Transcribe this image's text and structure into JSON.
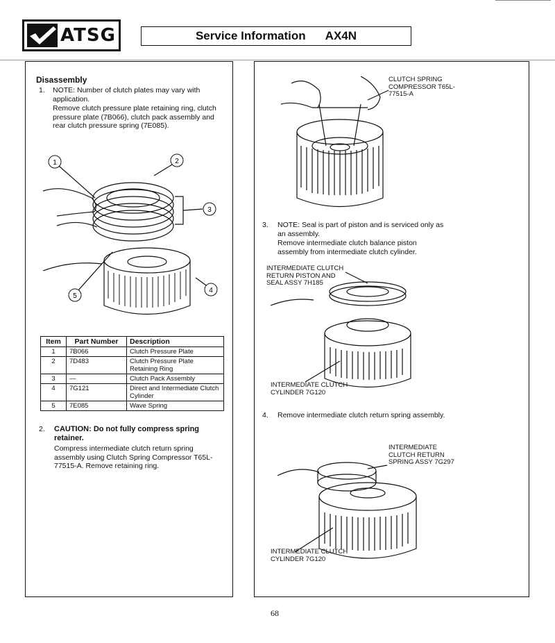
{
  "header": {
    "logo_text": "ATSG",
    "title": "Service Information",
    "model": "AX4N"
  },
  "left": {
    "section_title": "Disassembly",
    "step1": {
      "number": "1.",
      "note": "NOTE: Number of clutch plates may vary with application.",
      "instruction": "Remove clutch pressure plate retaining ring, clutch pressure plate (7B066), clutch pack assembly and rear clutch pressure spring (7E085)."
    },
    "figure1_callouts": [
      "1",
      "2",
      "3",
      "4",
      "5"
    ],
    "table": {
      "headers": {
        "item": "Item",
        "part_number": "Part Number",
        "description": "Description"
      },
      "rows": [
        {
          "item": "1",
          "part": "7B066",
          "desc": "Clutch Pressure Plate"
        },
        {
          "item": "2",
          "part": "7D483",
          "desc": "Clutch Pressure Plate Retaining Ring"
        },
        {
          "item": "3",
          "part": "—",
          "desc": "Clutch Pack Assembly"
        },
        {
          "item": "4",
          "part": "7G121",
          "desc": "Direct and Intermediate Clutch Cylinder"
        },
        {
          "item": "5",
          "part": "7E085",
          "desc": "Wave Spring"
        }
      ]
    },
    "step2": {
      "number": "2.",
      "caution": "CAUTION: Do not fully compress spring retainer.",
      "instruction": "Compress intermediate clutch return spring assembly using Clutch Spring Compressor T65L-77515-A. Remove retaining ring."
    }
  },
  "right": {
    "fig_a_label": "CLUTCH SPRING COMPRESSOR T65L-77515-A",
    "step3": {
      "number": "3.",
      "note": "NOTE: Seal is part of piston and is serviced only as an assembly.",
      "instruction": "Remove intermediate clutch balance piston assembly from intermediate clutch cylinder."
    },
    "fig_b_label_top": "INTERMEDIATE CLUTCH RETURN PISTON AND SEAL ASSY 7H185",
    "fig_b_label_bottom": "INTERMEDIATE CLUTCH CYLINDER 7G120",
    "step4": {
      "number": "4.",
      "instruction": "Remove intermediate clutch return spring assembly."
    },
    "fig_c_label_top": "INTERMEDIATE CLUTCH RETURN SPRING ASSY 7G297",
    "fig_c_label_bottom": "INTERMEDIATE CLUTCH CYLINDER 7G120"
  },
  "footer": {
    "page_number": "68"
  }
}
